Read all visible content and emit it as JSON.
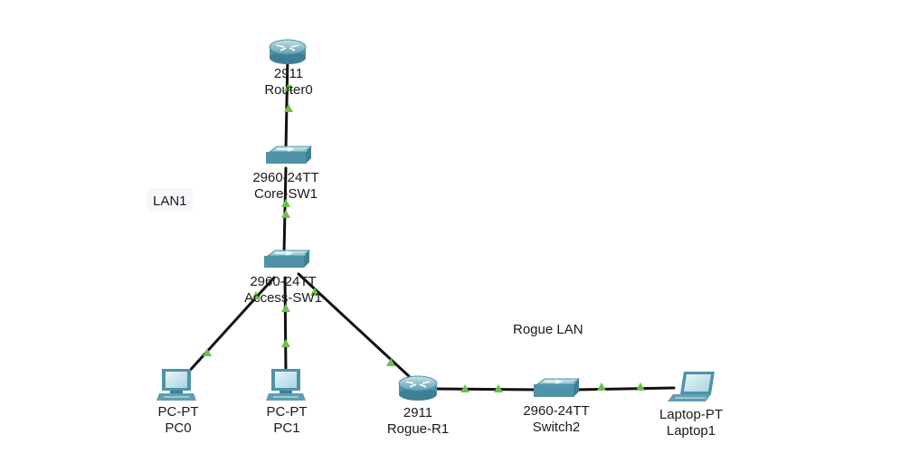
{
  "areas": {
    "lan1": "LAN1",
    "rogue_lan": "Rogue LAN"
  },
  "devices": {
    "router0": {
      "model": "2911",
      "name": "Router0"
    },
    "core_sw1": {
      "model": "2960-24TT",
      "name": "Core-SW1"
    },
    "access_sw1": {
      "model": "2960-24TT",
      "name": "Access-SW1"
    },
    "pc0": {
      "model": "PC-PT",
      "name": "PC0"
    },
    "pc1": {
      "model": "PC-PT",
      "name": "PC1"
    },
    "rogue_r1": {
      "model": "2911",
      "name": "Rogue-R1"
    },
    "switch2": {
      "model": "2960-24TT",
      "name": "Switch2"
    },
    "laptop1": {
      "model": "Laptop-PT",
      "name": "Laptop1"
    }
  },
  "links": [
    {
      "from": "Router0",
      "to": "Core-SW1",
      "status": "up"
    },
    {
      "from": "Core-SW1",
      "to": "Access-SW1",
      "status": "up"
    },
    {
      "from": "Access-SW1",
      "to": "PC0",
      "status": "up"
    },
    {
      "from": "Access-SW1",
      "to": "PC1",
      "status": "up"
    },
    {
      "from": "Access-SW1",
      "to": "Rogue-R1",
      "status": "up"
    },
    {
      "from": "Rogue-R1",
      "to": "Switch2",
      "status": "up"
    },
    {
      "from": "Switch2",
      "to": "Laptop1",
      "status": "up"
    }
  ],
  "colors": {
    "link": "#111111",
    "port_up": "#6cc04a",
    "device_body": "#4f93a8",
    "device_top": "#a9d3df"
  }
}
